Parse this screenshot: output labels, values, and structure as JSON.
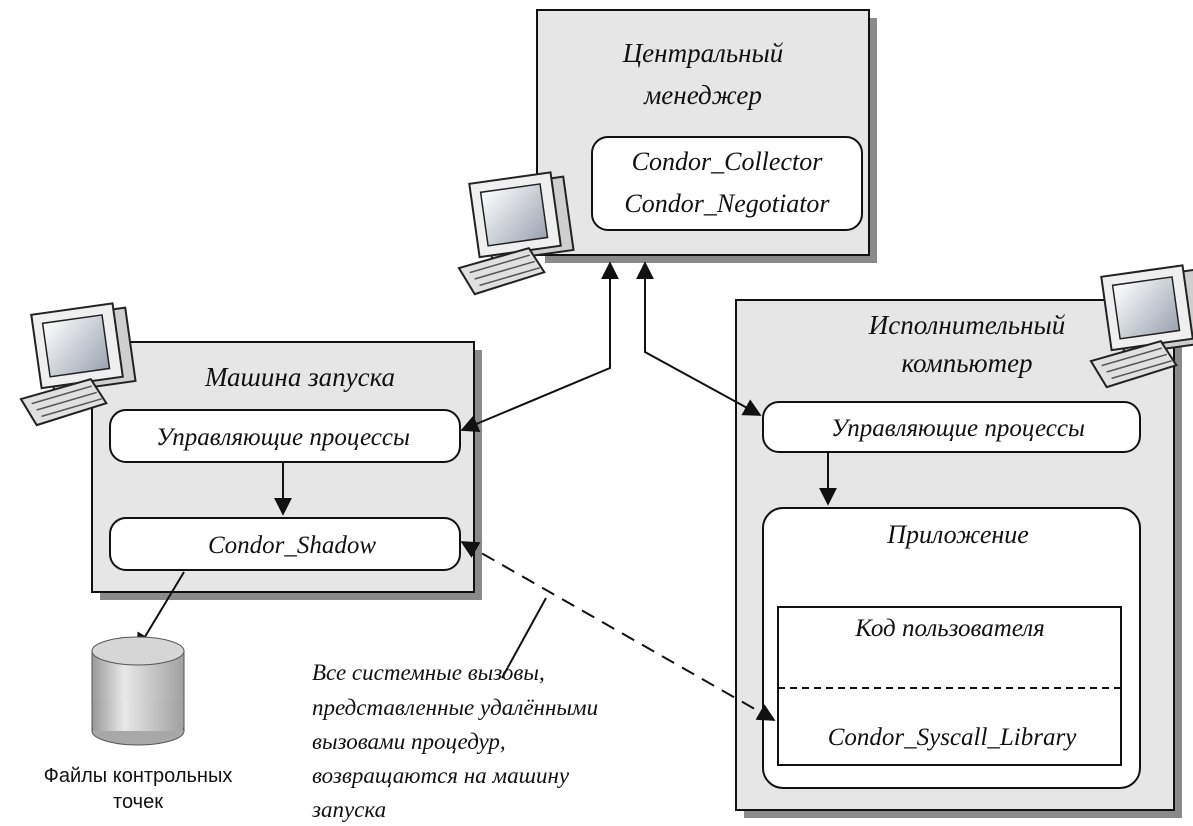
{
  "central_manager": {
    "title_line1": "Центральный",
    "title_line2": "менеджер",
    "process1": "Condor_Collector",
    "process2": "Condor_Negotiator"
  },
  "submit_machine": {
    "title": "Машина запуска",
    "managers": "Управляющие процессы",
    "shadow": "Condor_Shadow"
  },
  "execute_machine": {
    "title_line1": "Исполнительный",
    "title_line2": "компьютер",
    "managers": "Управляющие процессы",
    "application": "Приложение",
    "user_code": "Код пользователя",
    "syscall_lib": "Condor_Syscall_Library"
  },
  "checkpoint_storage": {
    "label_line1": "Файлы контрольных",
    "label_line2": "точек"
  },
  "note": {
    "line1": "Все системные вызовы,",
    "line2": "представленные удалёнными",
    "line3": "вызовами процедур,",
    "line4": "возвращаются на машину",
    "line5": "запуска"
  },
  "colors": {
    "box_fill": "#e6e6e6",
    "inner_fill": "#ffffff",
    "stroke": "#111111",
    "shadow": "#8a8a8a"
  }
}
